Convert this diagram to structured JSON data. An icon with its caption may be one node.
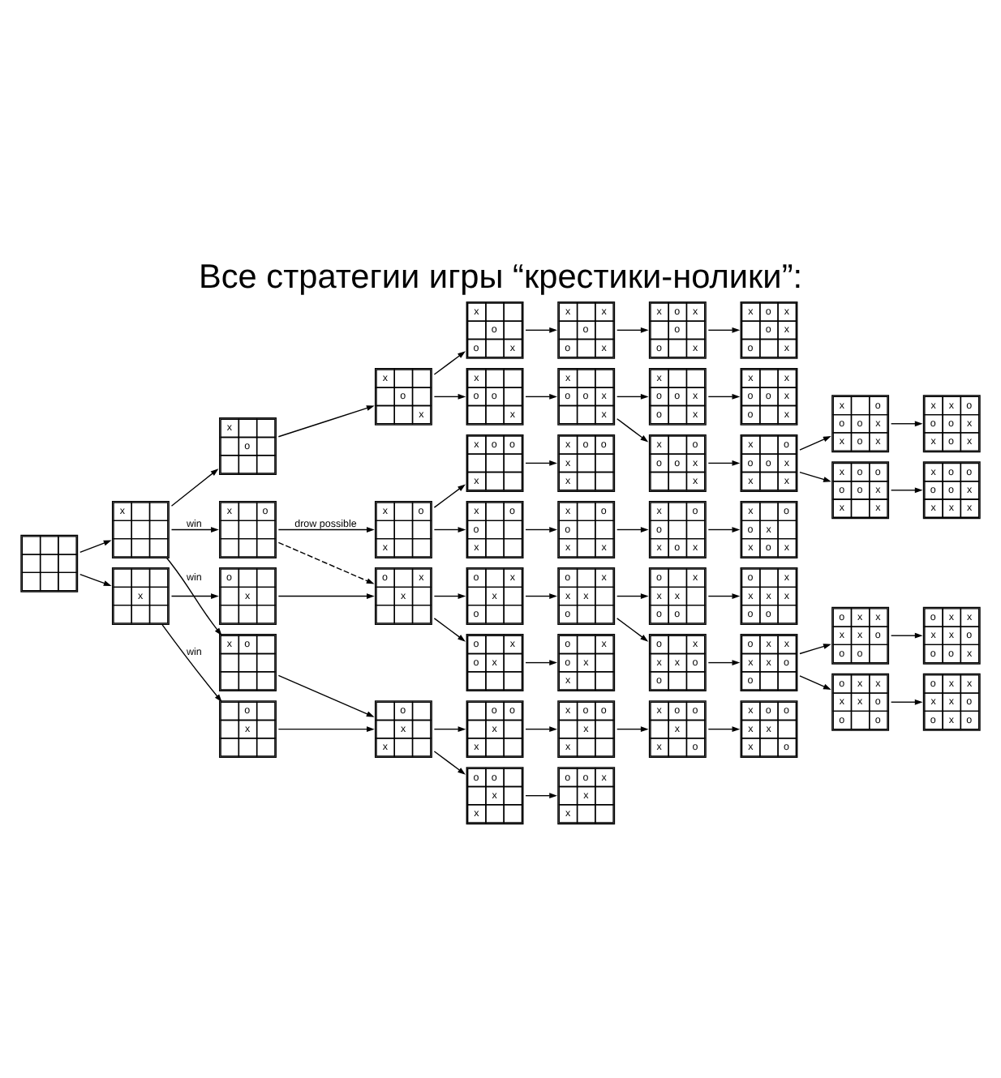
{
  "diagram": {
    "title": "Все стратегии игры “крестики-нолики”:",
    "nodes": [
      {
        "text": [],
        "shape": "grid"
      },
      {
        "text": [
          "x"
        ]
      },
      {
        "text": [
          "x"
        ]
      },
      {
        "text": [
          "x",
          "o"
        ]
      },
      {
        "text": [
          "x",
          "o"
        ]
      },
      {
        "text": [
          "x",
          "o"
        ]
      },
      {
        "text": [
          "o",
          "x"
        ]
      },
      {
        "text": [
          "o",
          "x"
        ]
      },
      {
        "text": [
          "x",
          "o",
          "x"
        ]
      },
      {
        "text": [
          "x",
          "o",
          "x"
        ]
      },
      {
        "text": [
          "o",
          "x",
          "x"
        ]
      },
      {
        "text": [
          "o",
          "x",
          "x"
        ]
      },
      {
        "text": [
          "x",
          "o",
          "o",
          "x"
        ]
      },
      {
        "text": [
          "x",
          "o",
          "o",
          "x"
        ]
      },
      {
        "text": [
          "x",
          "o",
          "o",
          "x"
        ]
      },
      {
        "text": [
          "x",
          "o",
          "o",
          "x"
        ]
      },
      {
        "text": [
          "o",
          "x",
          "x",
          "o"
        ]
      },
      {
        "text": [
          "o",
          "x",
          "o",
          "x"
        ]
      },
      {
        "text": [
          "o",
          "o",
          "x",
          "x"
        ]
      },
      {
        "text": [
          "o",
          "o",
          "x",
          "x"
        ]
      },
      {
        "text": [
          "x",
          "x",
          "o",
          "o",
          "x"
        ]
      },
      {
        "text": [
          "x",
          "o",
          "o",
          "x",
          "x"
        ]
      },
      {
        "text": [
          "x",
          "o",
          "o",
          "x",
          "x"
        ]
      },
      {
        "text": [
          "x",
          "o",
          "o",
          "x",
          "x"
        ]
      },
      {
        "text": [
          "o",
          "x",
          "x",
          "x",
          "o"
        ]
      },
      {
        "text": [
          "o",
          "x",
          "o",
          "x",
          "x"
        ]
      },
      {
        "text": [
          "x",
          "o",
          "o",
          "x",
          "x"
        ]
      },
      {
        "text": [
          "o",
          "o",
          "x",
          "x",
          "x"
        ]
      },
      {
        "text": [
          "x",
          "o",
          "x",
          "o",
          "o",
          "x"
        ]
      },
      {
        "text": [
          "x",
          "o",
          "o",
          "x",
          "o",
          "x"
        ]
      },
      {
        "text": [
          "x",
          "o",
          "o",
          "o",
          "x",
          "x"
        ]
      },
      {
        "text": [
          "x",
          "o",
          "o",
          "x",
          "o",
          "x"
        ]
      },
      {
        "text": [
          "o",
          "x",
          "x",
          "x",
          "o",
          "o"
        ]
      },
      {
        "text": [
          "o",
          "x",
          "x",
          "x",
          "o",
          "o"
        ]
      },
      {
        "text": [
          "x",
          "o",
          "o",
          "x",
          "x",
          "o"
        ]
      },
      {
        "text": [
          "x",
          "o",
          "x",
          "o",
          "x",
          "o",
          "x"
        ]
      },
      {
        "text": [
          "x",
          "x",
          "o",
          "o",
          "x",
          "o",
          "x"
        ]
      },
      {
        "text": [
          "x",
          "o",
          "o",
          "o",
          "x",
          "x",
          "x"
        ]
      },
      {
        "text": [
          "x",
          "o",
          "o",
          "x",
          "x",
          "o",
          "x"
        ]
      },
      {
        "text": [
          "o",
          "x",
          "x",
          "x",
          "x",
          "o",
          "o"
        ]
      },
      {
        "text": [
          "o",
          "x",
          "x",
          "x",
          "x",
          "o",
          "o"
        ]
      },
      {
        "text": [
          "x",
          "o",
          "o",
          "x",
          "x",
          "x",
          "o"
        ]
      },
      {
        "text": [
          "x",
          "o",
          "o",
          "o",
          "x",
          "x",
          "o",
          "x"
        ]
      },
      {
        "text": [
          "x",
          "o",
          "o",
          "o",
          "o",
          "x",
          "x",
          "x"
        ]
      },
      {
        "text": [
          "o",
          "x",
          "x",
          "x",
          "x",
          "o",
          "o",
          "o"
        ]
      },
      {
        "text": [
          "o",
          "x",
          "x",
          "x",
          "x",
          "o",
          "o",
          "o"
        ]
      },
      {
        "text": [
          "x",
          "x",
          "o",
          "o",
          "o",
          "x",
          "x",
          "o",
          "x"
        ]
      },
      {
        "text": [
          "x",
          "o",
          "o",
          "o",
          "o",
          "x",
          "x",
          "x",
          "x"
        ]
      },
      {
        "text": [
          "o",
          "x",
          "x",
          "x",
          "x",
          "o",
          "o",
          "o",
          "x"
        ]
      },
      {
        "text": [
          "o",
          "x",
          "x",
          "x",
          "x",
          "o",
          "o",
          "x",
          "o"
        ]
      }
    ],
    "edges": [
      {
        "from": 0,
        "to": 1,
        "arrow": "to"
      },
      {
        "from": 0,
        "to": 2,
        "arrow": "to"
      },
      {
        "from": 1,
        "to": 3,
        "arrow": "to"
      },
      {
        "from": 1,
        "to": 4,
        "arrow": "to",
        "label": "win"
      },
      {
        "from": 1,
        "to": 5,
        "arrow": "to",
        "label": "win"
      },
      {
        "from": 2,
        "to": 6,
        "arrow": "to"
      },
      {
        "from": 2,
        "to": 7,
        "arrow": "to",
        "label": "win"
      },
      {
        "from": 3,
        "to": 8,
        "arrow": "to"
      },
      {
        "from": 4,
        "to": 9,
        "arrow": "to",
        "label": "drow possible"
      },
      {
        "from": 4,
        "to": 10,
        "arrow": "to",
        "style": "dashed"
      },
      {
        "from": 5,
        "to": 11,
        "arrow": "to"
      },
      {
        "from": 6,
        "to": 10,
        "arrow": "to"
      },
      {
        "from": 7,
        "to": 11,
        "arrow": "to"
      },
      {
        "from": 8,
        "to": 12,
        "arrow": "to"
      },
      {
        "from": 8,
        "to": 13,
        "arrow": "to"
      },
      {
        "from": 9,
        "to": 14,
        "arrow": "to"
      },
      {
        "from": 9,
        "to": 15,
        "arrow": "to"
      },
      {
        "from": 10,
        "to": 16,
        "arrow": "to"
      },
      {
        "from": 10,
        "to": 17,
        "arrow": "to"
      },
      {
        "from": 11,
        "to": 18,
        "arrow": "to"
      },
      {
        "from": 11,
        "to": 19,
        "arrow": "to"
      },
      {
        "from": 12,
        "to": 20,
        "arrow": "to"
      },
      {
        "from": 13,
        "to": 21,
        "arrow": "to"
      },
      {
        "from": 14,
        "to": 22,
        "arrow": "to"
      },
      {
        "from": 15,
        "to": 23,
        "arrow": "to"
      },
      {
        "from": 16,
        "to": 24,
        "arrow": "to"
      },
      {
        "from": 17,
        "to": 25,
        "arrow": "to"
      },
      {
        "from": 18,
        "to": 26,
        "arrow": "to"
      },
      {
        "from": 19,
        "to": 27,
        "arrow": "to"
      },
      {
        "from": 20,
        "to": 28,
        "arrow": "to"
      },
      {
        "from": 21,
        "to": 29,
        "arrow": "to"
      },
      {
        "from": 21,
        "to": 30,
        "arrow": "to"
      },
      {
        "from": 23,
        "to": 31,
        "arrow": "to"
      },
      {
        "from": 24,
        "to": 32,
        "arrow": "to"
      },
      {
        "from": 24,
        "to": 33,
        "arrow": "to"
      },
      {
        "from": 26,
        "to": 34,
        "arrow": "to"
      },
      {
        "from": 28,
        "to": 35,
        "arrow": "to"
      },
      {
        "from": 29,
        "to": 36,
        "arrow": "to"
      },
      {
        "from": 30,
        "to": 37,
        "arrow": "to"
      },
      {
        "from": 31,
        "to": 38,
        "arrow": "to"
      },
      {
        "from": 32,
        "to": 39,
        "arrow": "to"
      },
      {
        "from": 33,
        "to": 40,
        "arrow": "to"
      },
      {
        "from": 34,
        "to": 41,
        "arrow": "to"
      },
      {
        "from": 37,
        "to": 42,
        "arrow": "to"
      },
      {
        "from": 37,
        "to": 43,
        "arrow": "to"
      },
      {
        "from": 40,
        "to": 44,
        "arrow": "to"
      },
      {
        "from": 40,
        "to": 45,
        "arrow": "to"
      },
      {
        "from": 42,
        "to": 46,
        "arrow": "to"
      },
      {
        "from": 43,
        "to": 47,
        "arrow": "to"
      },
      {
        "from": 44,
        "to": 48,
        "arrow": "to"
      },
      {
        "from": 45,
        "to": 49,
        "arrow": "to"
      }
    ]
  }
}
